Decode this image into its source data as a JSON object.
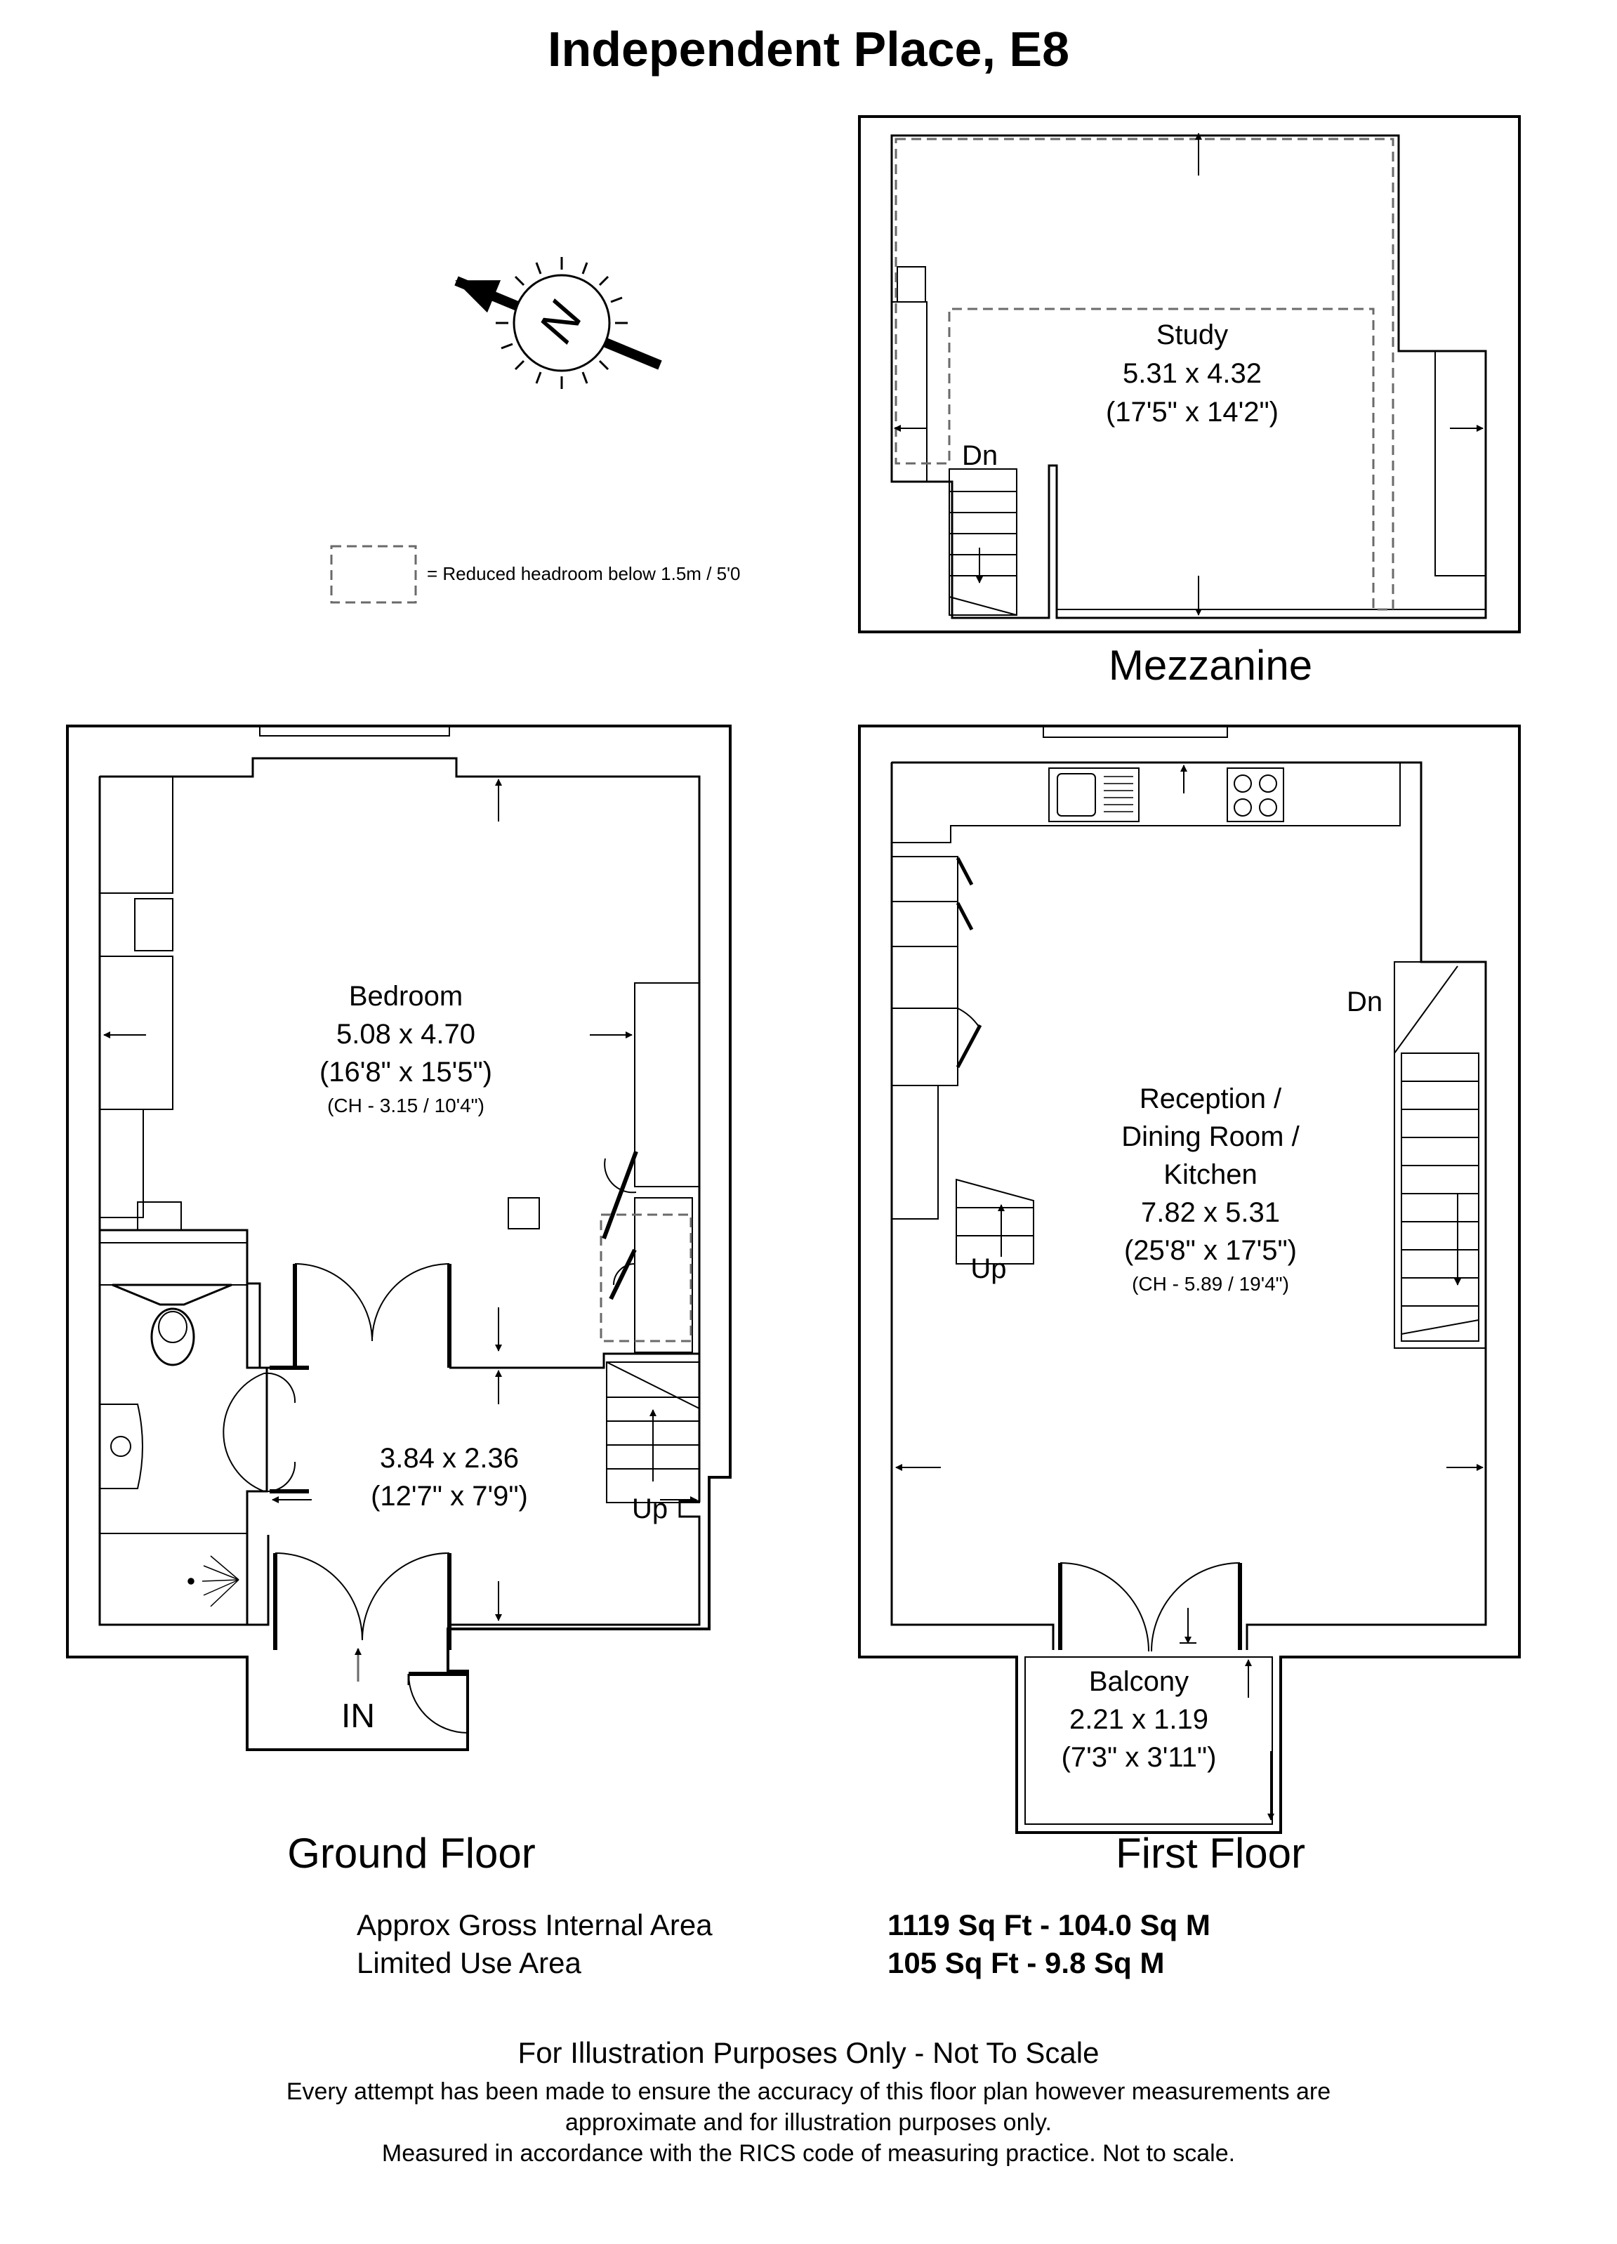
{
  "title": "Independent Place, E8",
  "north": {
    "letter": "N",
    "icon": "compass-north-icon"
  },
  "legend": {
    "text": "= Reduced headroom below 1.5m / 5'0"
  },
  "floors": {
    "mezzanine": {
      "label": "Mezzanine",
      "study": {
        "name": "Study",
        "metric": "5.31 x 4.32",
        "imperial": "(17'5\" x 14'2\")"
      },
      "stair_label": "Dn"
    },
    "ground": {
      "label": "Ground Floor",
      "bedroom": {
        "name": "Bedroom",
        "metric": "5.08 x 4.70",
        "imperial": "(16'8\" x 15'5\")",
        "ceiling": "(CH - 3.15 / 10'4\")"
      },
      "hall": {
        "metric": "3.84 x 2.36",
        "imperial": "(12'7\" x 7'9\")"
      },
      "stair_label": "Up",
      "entrance_label": "IN"
    },
    "first": {
      "label": "First Floor",
      "reception": {
        "line1": "Reception /",
        "line2": "Dining Room /",
        "line3": "Kitchen",
        "metric": "7.82 x 5.31",
        "imperial": "(25'8\" x 17'5\")",
        "ceiling": "(CH - 5.89 / 19'4\")"
      },
      "stair_dn_label": "Dn",
      "stair_up_label": "Up",
      "balcony": {
        "name": "Balcony",
        "metric": "2.21 x 1.19",
        "imperial": "(7'3\" x 3'11\")"
      }
    }
  },
  "areas": [
    {
      "label": "Approx Gross Internal Area",
      "value": "1119 Sq Ft - 104.0 Sq M"
    },
    {
      "label": "Limited Use Area",
      "value": "105 Sq Ft - 9.8 Sq M"
    }
  ],
  "disclaimer": {
    "headline": "For Illustration Purposes Only - Not To Scale",
    "line1": "Every attempt has been made to ensure the accuracy of this floor plan however measurements are",
    "line2": "approximate and for illustration purposes only.",
    "line3": "Measured in accordance with the RICS code of measuring practice. Not to scale."
  },
  "colors": {
    "ink": "#000000",
    "paper": "#ffffff",
    "dash": "#6a6a6a"
  }
}
